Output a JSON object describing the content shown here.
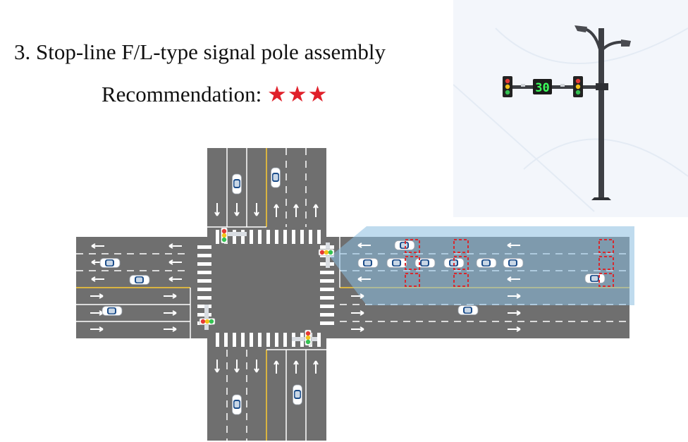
{
  "slide": {
    "title": "3. Stop-line F/L-type signal pole assembly",
    "recommendation_label": "Recommendation: ",
    "recommendation_stars": "★★★"
  },
  "pole_photo": {
    "countdown_display": "30"
  },
  "colors": {
    "road": "#6f6f6f",
    "lane_marking": "#ffffff",
    "center_line": "#d9b441",
    "coverage_zone": "#8bbde0",
    "detector_outline": "#d8282d",
    "star": "#e0202a",
    "pole": "#3d3f44",
    "countdown_digits": "#3cff5c"
  }
}
